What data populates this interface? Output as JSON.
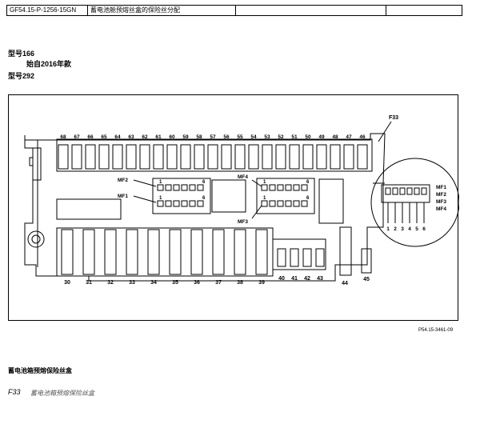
{
  "header": {
    "doc_id": "GF54.15-P-1256-15GN",
    "title": "蓄电池舱预熔丝盒的保险丝分配",
    "cell3": "",
    "cell4": ""
  },
  "models": {
    "line1": "型号166",
    "line2": "始自2016年款",
    "line3": "型号292"
  },
  "diagram": {
    "top_fuses": [
      "68",
      "67",
      "66",
      "65",
      "64",
      "63",
      "62",
      "61",
      "60",
      "59",
      "58",
      "57",
      "56",
      "55",
      "54",
      "53",
      "52",
      "51",
      "50",
      "49",
      "48",
      "47",
      "46"
    ],
    "bottom_fuses": [
      "30",
      "31",
      "32",
      "33",
      "34",
      "35",
      "36",
      "37",
      "38",
      "39"
    ],
    "small_fuses": [
      "40",
      "41",
      "42",
      "43"
    ],
    "fuse_44": "44",
    "fuse_45": "45",
    "f33_label": "F33",
    "mf_left": {
      "mf2": "MF2",
      "mf1": "MF1",
      "one": "1",
      "six": "6"
    },
    "mf_mid": {
      "mf4": "MF4",
      "mf3": "MF3",
      "one": "1",
      "six": "6"
    },
    "inset": {
      "labels": [
        "MF1",
        "MF2",
        "MF3",
        "MF4"
      ],
      "pins": [
        "1",
        "2",
        "3",
        "4",
        "5",
        "6"
      ]
    },
    "ref": "P54.15-3461-09"
  },
  "caption": "蓄电池箱预熔保险丝盒",
  "legend": {
    "key": "F33",
    "value": "蓄电池箱预熔保险丝盒"
  }
}
